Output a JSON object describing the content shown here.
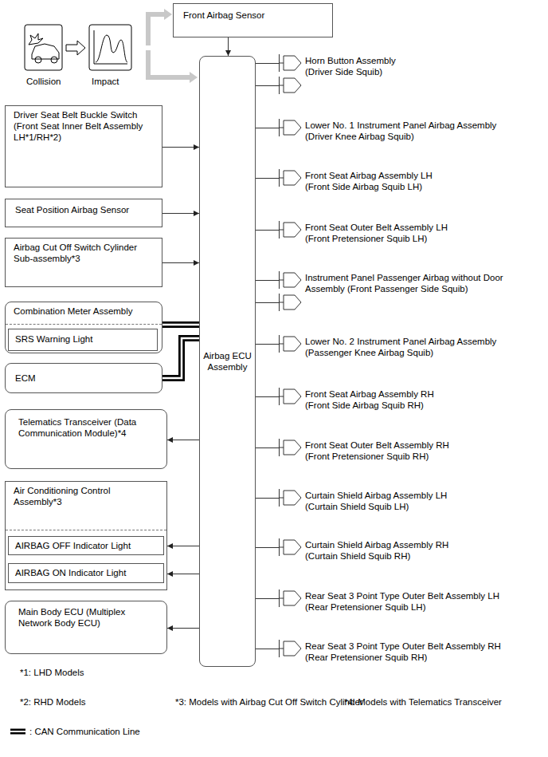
{
  "diagram": {
    "nodes": [
      {
        "text": [
          "Front Airbag Sensor"
        ]
      },
      {
        "text": [
          "Driver Seat Belt Buckle Switch (Front Seat Inner Belt Assembly LH*1/RH*2)"
        ]
      },
      {
        "text": [
          "Seat Position Airbag Sensor"
        ]
      },
      {
        "text": [
          "Airbag Cut Off Switch Cylinder Sub-assembly*3"
        ]
      },
      {
        "text": [
          "Combination Meter Assembly"
        ]
      },
      {
        "text": [
          "SRS Warning Light"
        ],
        "in": 4
      },
      {
        "text": [
          "ECM"
        ]
      },
      {
        "text": [
          "Telematics Transceiver (Data Communication Module)*4"
        ]
      },
      {
        "text": [
          "Air Conditioning Control Assembly*3"
        ]
      },
      {
        "text": [
          "AIRBAG OFF Indicator Light"
        ],
        "in": 8
      },
      {
        "text": [
          "AIRBAG ON Indicator Light"
        ],
        "in": 8
      },
      {
        "text": [
          "Main Body ECU (Multiplex Network Body ECU)"
        ]
      },
      {
        "text": [
          "Airbag ECU Assembly"
        ]
      },
      {
        "text": [
          "Horn Button Assembly",
          "(Driver Side Squib)"
        ]
      },
      {
        "text": [
          "Lower No. 1 Instrument Panel Airbag Assembly",
          "(Driver Knee Airbag Squib)"
        ]
      },
      {
        "text": [
          "Front Seat Airbag Assembly LH",
          "(Front Side Airbag Squib LH)"
        ]
      },
      {
        "text": [
          "Front Seat Outer Belt Assembly LH",
          "(Front Pretensioner Squib LH)"
        ]
      },
      {
        "text": [
          "Instrument Panel Passenger Airbag without Door",
          "Assembly (Front Passenger Side Squib)"
        ]
      },
      {
        "text": [
          "Lower No. 2 Instrument Panel Airbag Assembly",
          "(Passenger Knee Airbag Squib)"
        ]
      },
      {
        "text": [
          "Front Seat Airbag Assembly RH",
          "(Front Side Airbag Squib RH)"
        ]
      },
      {
        "text": [
          "Front Seat Outer Belt Assembly RH",
          "(Front Pretensioner Squib RH)"
        ]
      },
      {
        "text": [
          "Curtain Shield Airbag Assembly LH",
          "(Curtain Shield Squib LH)"
        ]
      },
      {
        "text": [
          "Curtain Shield Airbag Assembly RH",
          "(Curtain Shield Squib RH)"
        ]
      },
      {
        "text": [
          "Rear Seat 3 Point Type Outer Belt Assembly LH",
          "(Rear Pretensioner Squib LH)"
        ]
      },
      {
        "text": [
          "Rear Seat 3 Point Type Outer Belt Assembly RH",
          "(Rear Pretensioner Squib RH)"
        ]
      }
    ],
    "edges": [
      {
        "from": 0,
        "to": 12,
        "arrow": "to"
      },
      {
        "from": 1,
        "to": 12,
        "arrow": "to"
      },
      {
        "from": 2,
        "to": 12,
        "arrow": "to"
      },
      {
        "from": 3,
        "to": 12,
        "arrow": "to"
      },
      {
        "from": 4,
        "to": 12,
        "arrow": "none"
      },
      {
        "from": 6,
        "to": 12,
        "arrow": "none"
      },
      {
        "from": 12,
        "to": 7,
        "arrow": "to"
      },
      {
        "from": 12,
        "to": 9,
        "arrow": "to"
      },
      {
        "from": 12,
        "to": 10,
        "arrow": "to"
      },
      {
        "from": 12,
        "to": 11,
        "arrow": "to"
      },
      {
        "from": 12,
        "to": 13,
        "arrow": "none"
      },
      {
        "from": 12,
        "to": 14,
        "arrow": "none"
      },
      {
        "from": 12,
        "to": 15,
        "arrow": "none"
      },
      {
        "from": 12,
        "to": 16,
        "arrow": "none"
      },
      {
        "from": 12,
        "to": 17,
        "arrow": "none"
      },
      {
        "from": 12,
        "to": 18,
        "arrow": "none"
      },
      {
        "from": 12,
        "to": 19,
        "arrow": "none"
      },
      {
        "from": 12,
        "to": 20,
        "arrow": "none"
      },
      {
        "from": 12,
        "to": 21,
        "arrow": "none"
      },
      {
        "from": 12,
        "to": 22,
        "arrow": "none"
      },
      {
        "from": 12,
        "to": 23,
        "arrow": "none"
      },
      {
        "from": 12,
        "to": 24,
        "arrow": "none"
      }
    ],
    "labels": [
      "Collision",
      "Impact",
      "*1: LHD Models",
      "*2: RHD Models",
      "*3: Models with Airbag Cut Off Switch Cylinder",
      "*4: Models with Telematics Transceiver"
    ],
    "legend": [
      {
        "text": ": CAN Communication Line"
      }
    ]
  }
}
